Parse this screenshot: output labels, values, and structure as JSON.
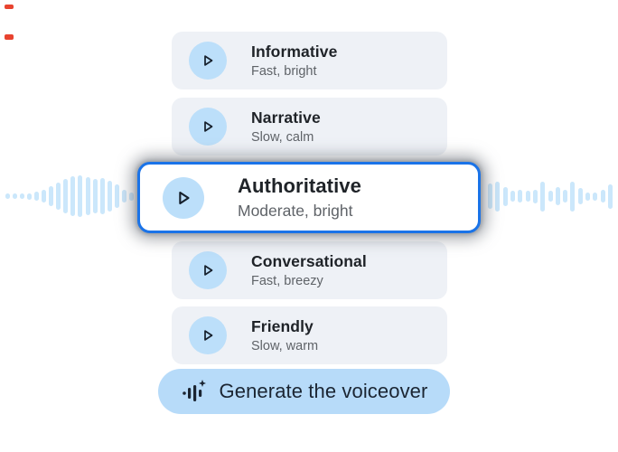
{
  "voice_styles": {
    "cards": [
      {
        "title": "Informative",
        "subtitle": "Fast, bright",
        "selected": false
      },
      {
        "title": "Narrative",
        "subtitle": "Slow, calm",
        "selected": false
      },
      {
        "title": "Authoritative",
        "subtitle": "Moderate, bright",
        "selected": true
      },
      {
        "title": "Conversational",
        "subtitle": "Fast, breezy",
        "selected": false
      },
      {
        "title": "Friendly",
        "subtitle": "Slow, warm",
        "selected": false
      }
    ]
  },
  "generate_button": {
    "label": "Generate the voiceover",
    "icon": "ai-voice-sparkle-icon"
  },
  "icons": {
    "card_play": "play-icon"
  },
  "colors": {
    "card_bg": "#eef1f6",
    "selected_card_bg": "#ffffff",
    "selected_border": "#1a73e8",
    "play_circle": "#bcdffa",
    "title_text": "#1f2328",
    "subtitle_text": "#5f6368",
    "waveform_bar": "#cbe7fb",
    "button_bg": "#b7dbf9",
    "button_text": "#1b2532",
    "artifact_red": "#e8432f"
  },
  "waveform": {
    "left_heights": [
      6,
      6,
      6,
      7,
      10,
      14,
      22,
      30,
      38,
      44,
      46,
      42,
      38,
      40,
      34,
      26,
      14,
      9
    ],
    "right_heights": [
      28,
      33,
      21,
      12,
      14,
      12,
      15,
      33,
      12,
      20,
      14,
      33,
      18,
      9,
      9,
      14,
      27
    ]
  }
}
